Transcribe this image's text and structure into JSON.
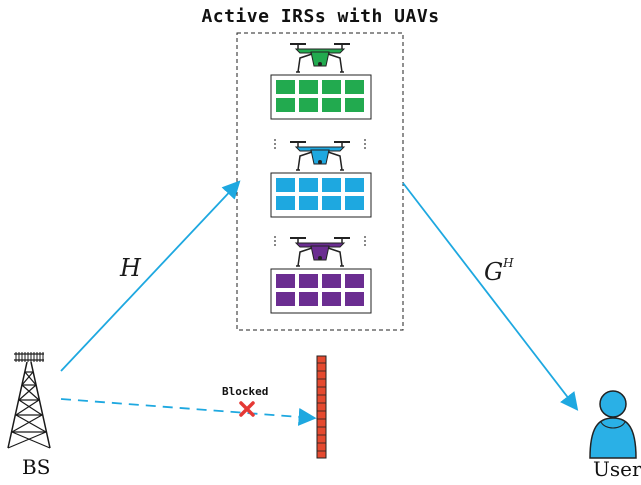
{
  "title": "Active IRSs with UAVs",
  "channels": {
    "bs_to_irs": "H",
    "irs_to_user_base": "G",
    "irs_to_user_sup": "H"
  },
  "nodes": {
    "bs": "BS",
    "user": "User"
  },
  "blocked_label": "Blocked",
  "irs_colors": [
    "#22aa4f",
    "#1ea8e0",
    "#6b2d91"
  ],
  "colors": {
    "link": "#1ea8e0",
    "obstacle": "#e5492f",
    "blocked_mark": "#e53935"
  },
  "icons": {
    "bs": "cell-tower-icon",
    "user": "user-icon",
    "uav": "drone-icon",
    "blocked": "x-mark-icon"
  }
}
